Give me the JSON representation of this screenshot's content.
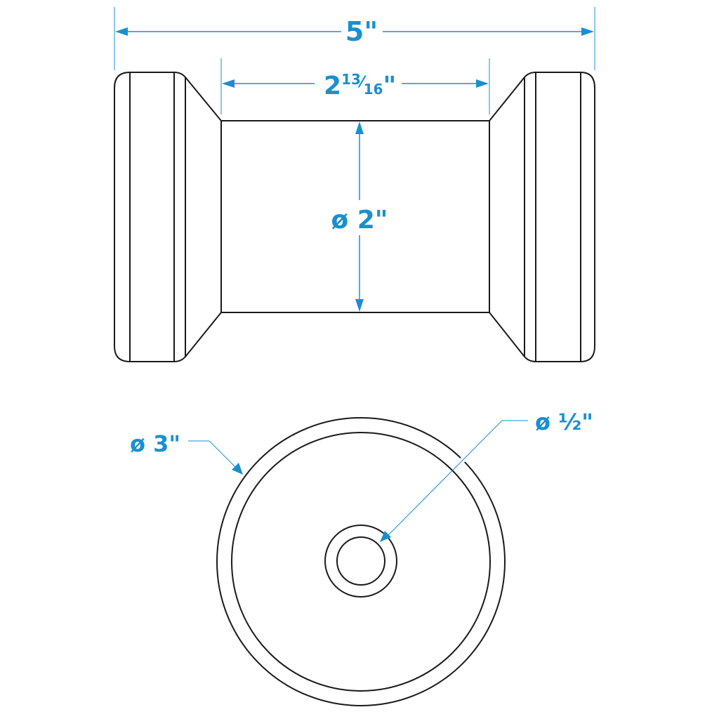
{
  "drawing": {
    "subject": "roller",
    "accent_color": "#1a8fd0",
    "line_color": "#1a1a1a",
    "side_view": {
      "overall_length": {
        "label": "5\"",
        "value_in": 5
      },
      "center_length": {
        "whole": "2",
        "num": "13",
        "den": "16",
        "inch": "\"",
        "value_in": 2.8125
      },
      "center_diameter": {
        "label": "ø 2\"",
        "value_in": 2
      }
    },
    "end_view": {
      "outer_diameter": {
        "label": "ø 3\"",
        "value_in": 3
      },
      "bore_diameter": {
        "label": "ø ½\"",
        "value_in": 0.5
      }
    }
  }
}
